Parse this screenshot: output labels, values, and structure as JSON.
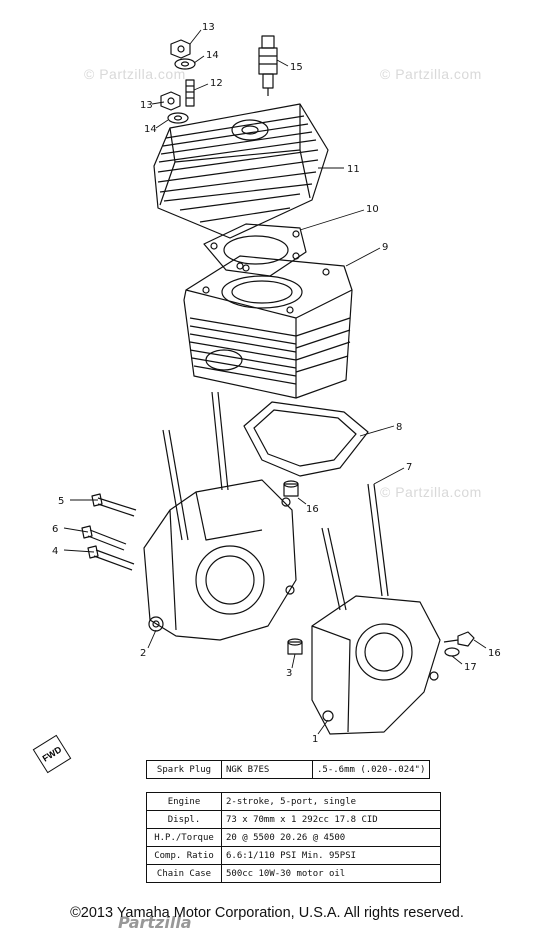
{
  "diagram": {
    "watermark": "© Partzilla.com",
    "forward_label": "FWD",
    "callouts": [
      "1",
      "2",
      "3",
      "4",
      "5",
      "6",
      "7",
      "8",
      "9",
      "10",
      "11",
      "12",
      "13",
      "13",
      "14",
      "14",
      "15",
      "16",
      "16",
      "17"
    ]
  },
  "spark_plug": {
    "label": "Spark Plug",
    "model": "NGK B7ES",
    "gap": ".5-.6mm (.020-.024\")"
  },
  "specs": [
    {
      "label": "Engine",
      "value": "2-stroke, 5-port, single"
    },
    {
      "label": "Displ.",
      "value": "73 x 70mm x 1    292cc    17.8 CID"
    },
    {
      "label": "H.P./Torque",
      "value": "20 @ 5500    20.26 @ 4500"
    },
    {
      "label": "Comp. Ratio",
      "value": "6.6:1/110 PSI    Min. 95PSI"
    },
    {
      "label": "Chain Case",
      "value": "500cc    10W-30 motor oil"
    }
  ],
  "copyright": "©2013 Yamaha Motor Corporation, U.S.A. All rights reserved."
}
